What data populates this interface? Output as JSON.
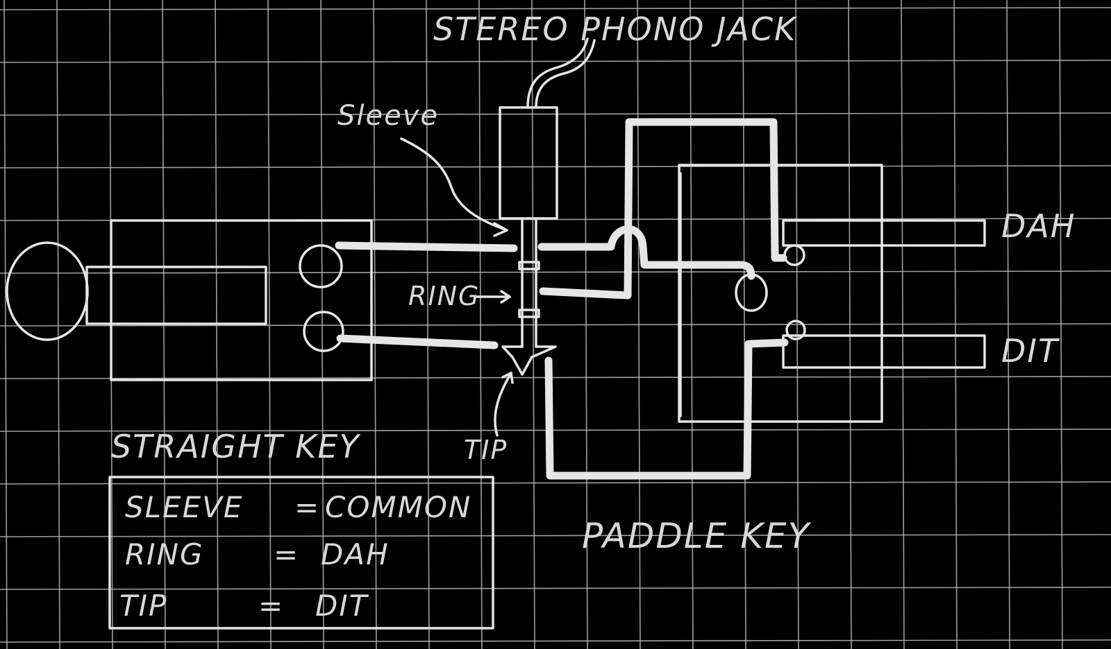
{
  "labels": {
    "jack_title": "STEREO PHONO JACK",
    "sleeve": "Sleeve",
    "ring": "RING",
    "tip": "TIP",
    "dah": "DAH",
    "dit": "DIT",
    "straight_key": "STRAIGHT KEY",
    "paddle_key": "PADDLE KEY"
  },
  "legend": {
    "rows": [
      {
        "left": "SLEEVE",
        "eq": "=",
        "right": "COMMON"
      },
      {
        "left": "RING",
        "eq": "=",
        "right": "DAH"
      },
      {
        "left": "TIP",
        "eq": "=",
        "right": "DIT"
      }
    ]
  },
  "colors": {
    "background": "#000000",
    "ink": "#e0e0e0",
    "grid": "#bdbdbd"
  }
}
